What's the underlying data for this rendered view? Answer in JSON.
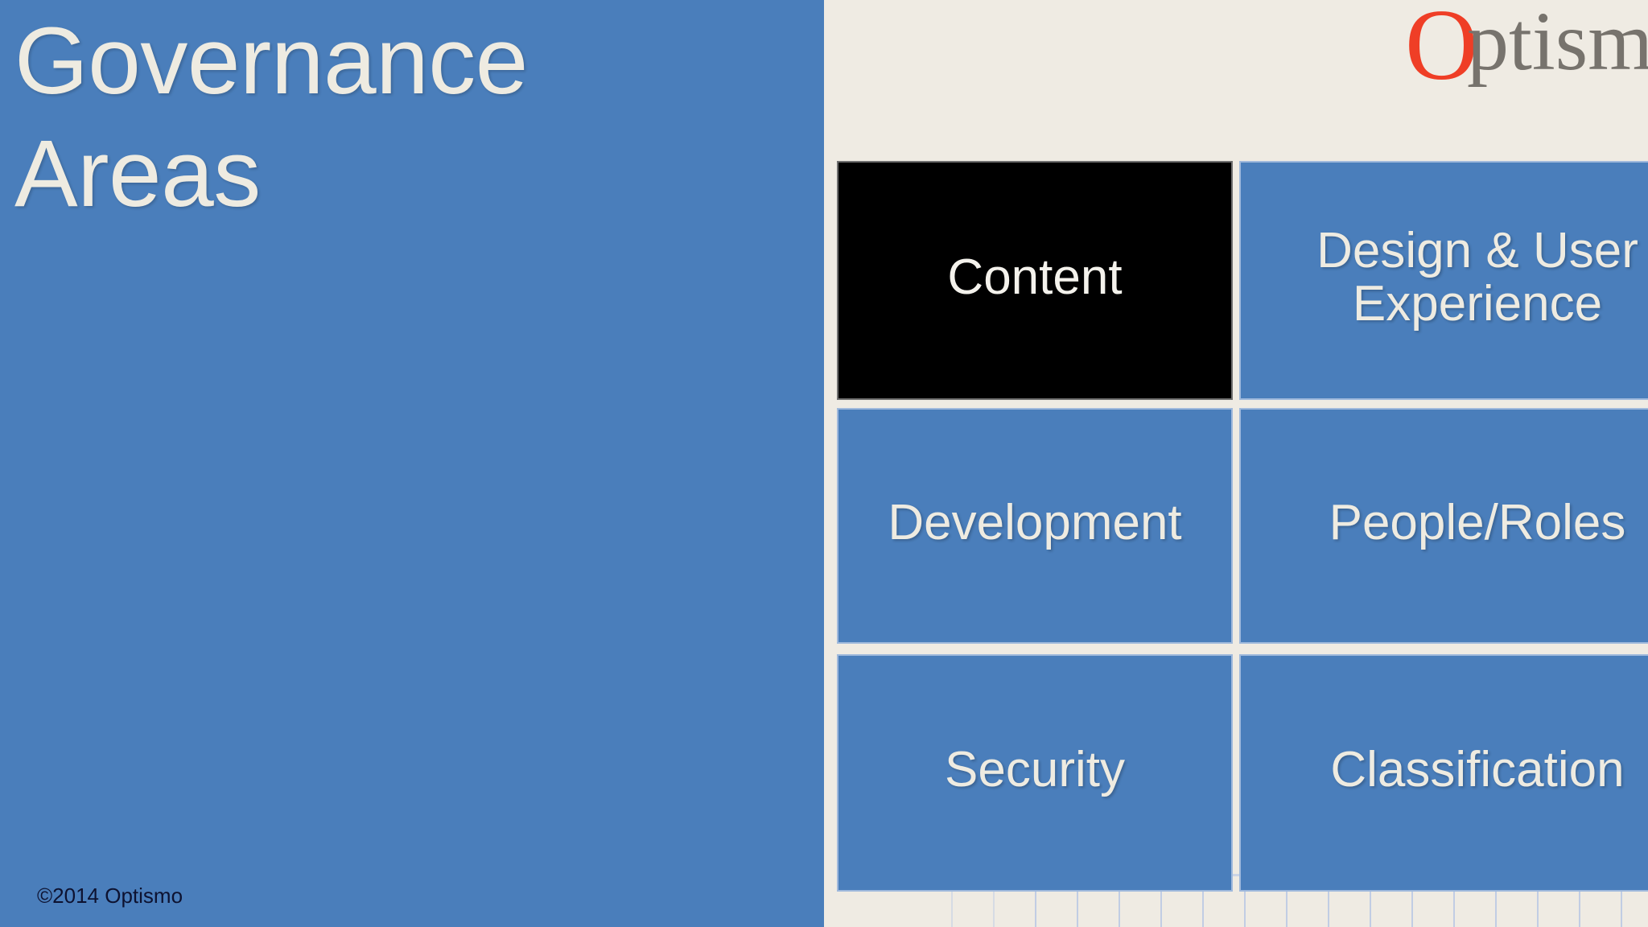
{
  "slide": {
    "title": "Governance\nAreas",
    "copyright": "©2014 Optismo",
    "colors": {
      "panel_blue": "#4A7EBB",
      "panel_cream": "#EFEBE3",
      "title_text": "#EEEBE1",
      "box_blue": "#4A7EBB",
      "box_border": "#9FB9DC",
      "box_dark": "#000000",
      "logo_red": "#EF3E26",
      "logo_gray": "#77736D",
      "copyright_text": "#0D1230",
      "decor_grid_line": "#B9C8E4"
    }
  },
  "logo": {
    "initial": "O",
    "rest": "ptismo",
    "full": "Optismo"
  },
  "grid": {
    "columns": 2,
    "rows": 3,
    "boxes": [
      {
        "label": "Content",
        "style": "dark",
        "row": 1,
        "col": "left"
      },
      {
        "label": "Design & User\nExperience",
        "style": "blue",
        "row": 1,
        "col": "right"
      },
      {
        "label": "Development",
        "style": "blue",
        "row": 2,
        "col": "left"
      },
      {
        "label": "People/Roles",
        "style": "blue",
        "row": 2,
        "col": "right"
      },
      {
        "label": "Security",
        "style": "blue",
        "row": 3,
        "col": "left"
      },
      {
        "label": "Classification",
        "style": "blue",
        "row": 3,
        "col": "right"
      }
    ]
  }
}
